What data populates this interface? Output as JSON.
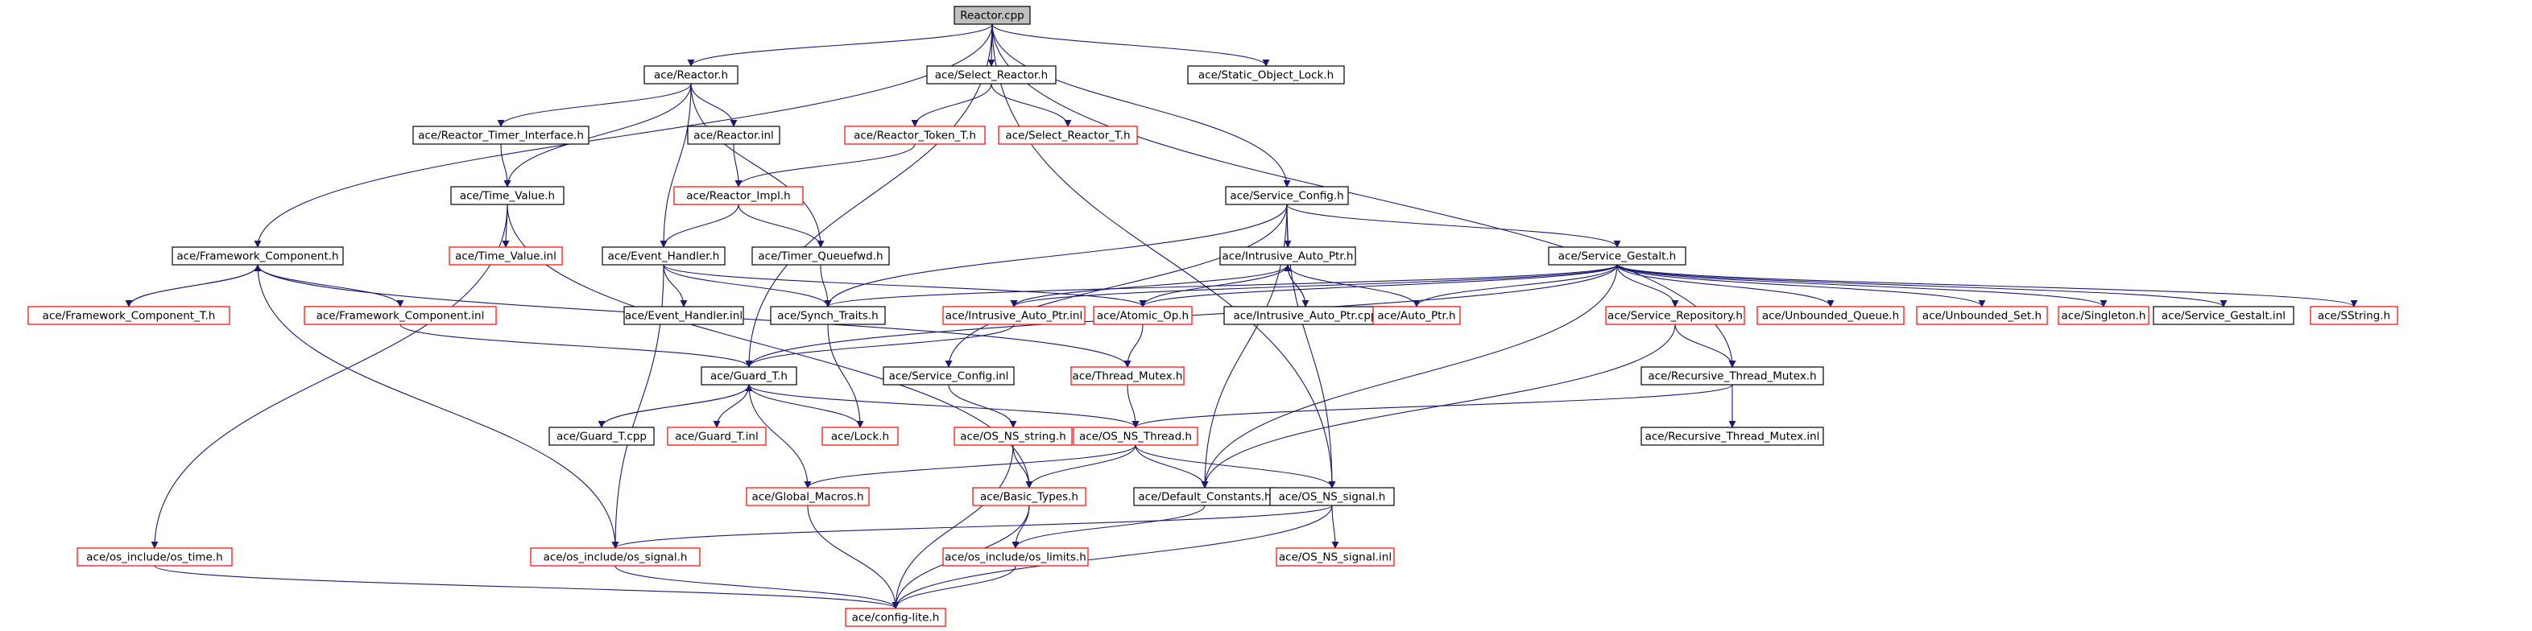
{
  "title": "Reactor.cpp",
  "colors": {
    "edge": "#191970",
    "edge_red": "#8b1a1a",
    "root_fill": "#bfbfbf",
    "border_black": "#000000",
    "border_red": "#ff0000"
  },
  "nodes": [
    {
      "id": "n0",
      "label": "Reactor.cpp",
      "style": "root"
    },
    {
      "id": "n1",
      "label": "ace/Reactor.h",
      "style": "black"
    },
    {
      "id": "n2",
      "label": "ace/Select_Reactor.h",
      "style": "black"
    },
    {
      "id": "n3",
      "label": "ace/Static_Object_Lock.h",
      "style": "black"
    },
    {
      "id": "n4",
      "label": "ace/Reactor_Timer_Interface.h",
      "style": "black"
    },
    {
      "id": "n5",
      "label": "ace/Reactor.inl",
      "style": "black"
    },
    {
      "id": "n6",
      "label": "ace/Reactor_Token_T.h",
      "style": "red"
    },
    {
      "id": "n7",
      "label": "ace/Select_Reactor_T.h",
      "style": "red"
    },
    {
      "id": "n8",
      "label": "ace/Time_Value.h",
      "style": "black"
    },
    {
      "id": "n9",
      "label": "ace/Reactor_Impl.h",
      "style": "red"
    },
    {
      "id": "n10",
      "label": "ace/Service_Config.h",
      "style": "black"
    },
    {
      "id": "n11",
      "label": "ace/Framework_Component.h",
      "style": "black"
    },
    {
      "id": "n12",
      "label": "ace/Time_Value.inl",
      "style": "red"
    },
    {
      "id": "n13",
      "label": "ace/Event_Handler.h",
      "style": "black"
    },
    {
      "id": "n14",
      "label": "ace/Timer_Queuefwd.h",
      "style": "black"
    },
    {
      "id": "n15",
      "label": "ace/Intrusive_Auto_Ptr.h",
      "style": "black"
    },
    {
      "id": "n16",
      "label": "ace/Service_Gestalt.h",
      "style": "black"
    },
    {
      "id": "n17",
      "label": "ace/Framework_Component_T.h",
      "style": "red"
    },
    {
      "id": "n18",
      "label": "ace/Framework_Component.inl",
      "style": "red"
    },
    {
      "id": "n19",
      "label": "ace/Event_Handler.inl",
      "style": "black"
    },
    {
      "id": "n20",
      "label": "ace/Synch_Traits.h",
      "style": "black"
    },
    {
      "id": "n21",
      "label": "ace/Intrusive_Auto_Ptr.inl",
      "style": "red"
    },
    {
      "id": "n22",
      "label": "ace/Atomic_Op.h",
      "style": "red"
    },
    {
      "id": "n23",
      "label": "ace/Intrusive_Auto_Ptr.cpp",
      "style": "black"
    },
    {
      "id": "n24",
      "label": "ace/Auto_Ptr.h",
      "style": "red"
    },
    {
      "id": "n25",
      "label": "ace/Service_Repository.h",
      "style": "red"
    },
    {
      "id": "n26",
      "label": "ace/Unbounded_Queue.h",
      "style": "red"
    },
    {
      "id": "n27",
      "label": "ace/Unbounded_Set.h",
      "style": "red"
    },
    {
      "id": "n28",
      "label": "ace/Singleton.h",
      "style": "red"
    },
    {
      "id": "n29",
      "label": "ace/Service_Gestalt.inl",
      "style": "black"
    },
    {
      "id": "n30",
      "label": "ace/SString.h",
      "style": "red"
    },
    {
      "id": "n31",
      "label": "ace/Guard_T.h",
      "style": "black"
    },
    {
      "id": "n32",
      "label": "ace/Service_Config.inl",
      "style": "black"
    },
    {
      "id": "n33",
      "label": "ace/Thread_Mutex.h",
      "style": "red"
    },
    {
      "id": "n34",
      "label": "ace/Recursive_Thread_Mutex.h",
      "style": "black"
    },
    {
      "id": "n35",
      "label": "ace/Guard_T.cpp",
      "style": "black"
    },
    {
      "id": "n36",
      "label": "ace/Guard_T.inl",
      "style": "red"
    },
    {
      "id": "n37",
      "label": "ace/Lock.h",
      "style": "red"
    },
    {
      "id": "n38",
      "label": "ace/OS_NS_string.h",
      "style": "red"
    },
    {
      "id": "n39",
      "label": "ace/OS_NS_Thread.h",
      "style": "red"
    },
    {
      "id": "n40",
      "label": "ace/Recursive_Thread_Mutex.inl",
      "style": "black"
    },
    {
      "id": "n41",
      "label": "ace/Global_Macros.h",
      "style": "red"
    },
    {
      "id": "n42",
      "label": "ace/Basic_Types.h",
      "style": "red"
    },
    {
      "id": "n43",
      "label": "ace/Default_Constants.h",
      "style": "black"
    },
    {
      "id": "n44",
      "label": "ace/OS_NS_signal.h",
      "style": "black"
    },
    {
      "id": "n45",
      "label": "ace/os_include/os_time.h",
      "style": "red"
    },
    {
      "id": "n46",
      "label": "ace/os_include/os_signal.h",
      "style": "red"
    },
    {
      "id": "n47",
      "label": "ace/os_include/os_limits.h",
      "style": "red"
    },
    {
      "id": "n48",
      "label": "ace/OS_NS_signal.inl",
      "style": "red"
    },
    {
      "id": "n49",
      "label": "ace/config-lite.h",
      "style": "red"
    }
  ],
  "edges": [
    [
      "n0",
      "n1"
    ],
    [
      "n0",
      "n2"
    ],
    [
      "n0",
      "n3"
    ],
    [
      "n0",
      "n10"
    ],
    [
      "n0",
      "n11"
    ],
    [
      "n0",
      "n31"
    ],
    [
      "n0",
      "n34"
    ],
    [
      "n0",
      "n44"
    ],
    [
      "n1",
      "n4"
    ],
    [
      "n1",
      "n5"
    ],
    [
      "n1",
      "n8"
    ],
    [
      "n1",
      "n13"
    ],
    [
      "n1",
      "n14"
    ],
    [
      "n2",
      "n6"
    ],
    [
      "n2",
      "n7"
    ],
    [
      "n4",
      "n8"
    ],
    [
      "n5",
      "n9"
    ],
    [
      "n6",
      "n9"
    ],
    [
      "n8",
      "n12"
    ],
    [
      "n8",
      "n45"
    ],
    [
      "n8",
      "n42"
    ],
    [
      "n9",
      "n13"
    ],
    [
      "n9",
      "n14"
    ],
    [
      "n10",
      "n15"
    ],
    [
      "n10",
      "n16"
    ],
    [
      "n10",
      "n20"
    ],
    [
      "n10",
      "n32"
    ],
    [
      "n10",
      "n43"
    ],
    [
      "n10",
      "n44"
    ],
    [
      "n11",
      "n17"
    ],
    [
      "n11",
      "n18"
    ],
    [
      "n11",
      "n33"
    ],
    [
      "n11",
      "n46"
    ],
    [
      "n13",
      "n19"
    ],
    [
      "n13",
      "n20"
    ],
    [
      "n13",
      "n22"
    ],
    [
      "n13",
      "n46"
    ],
    [
      "n14",
      "n20"
    ],
    [
      "n15",
      "n21"
    ],
    [
      "n15",
      "n22"
    ],
    [
      "n15",
      "n23"
    ],
    [
      "n15",
      "n24"
    ],
    [
      "n16",
      "n20"
    ],
    [
      "n16",
      "n21"
    ],
    [
      "n16",
      "n22"
    ],
    [
      "n16",
      "n24"
    ],
    [
      "n16",
      "n25"
    ],
    [
      "n16",
      "n26"
    ],
    [
      "n16",
      "n27"
    ],
    [
      "n16",
      "n28"
    ],
    [
      "n16",
      "n29"
    ],
    [
      "n16",
      "n30"
    ],
    [
      "n16",
      "n31"
    ],
    [
      "n16",
      "n43"
    ],
    [
      "n17",
      "n11"
    ],
    [
      "n18",
      "n31"
    ],
    [
      "n20",
      "n37"
    ],
    [
      "n21",
      "n31"
    ],
    [
      "n22",
      "n33"
    ],
    [
      "n23",
      "n15"
    ],
    [
      "n25",
      "n34"
    ],
    [
      "n25",
      "n43"
    ],
    [
      "n31",
      "n35"
    ],
    [
      "n31",
      "n36"
    ],
    [
      "n31",
      "n37"
    ],
    [
      "n31",
      "n39"
    ],
    [
      "n31",
      "n41"
    ],
    [
      "n32",
      "n38"
    ],
    [
      "n33",
      "n39"
    ],
    [
      "n34",
      "n39"
    ],
    [
      "n34",
      "n40"
    ],
    [
      "n35",
      "n31"
    ],
    [
      "n38",
      "n42"
    ],
    [
      "n38",
      "n49"
    ],
    [
      "n39",
      "n41"
    ],
    [
      "n39",
      "n42"
    ],
    [
      "n39",
      "n43"
    ],
    [
      "n39",
      "n44"
    ],
    [
      "n41",
      "n49"
    ],
    [
      "n42",
      "n47"
    ],
    [
      "n42",
      "n49"
    ],
    [
      "n43",
      "n47"
    ],
    [
      "n44",
      "n46"
    ],
    [
      "n44",
      "n48"
    ],
    [
      "n44",
      "n49"
    ],
    [
      "n45",
      "n49"
    ],
    [
      "n46",
      "n49"
    ],
    [
      "n47",
      "n49"
    ]
  ]
}
